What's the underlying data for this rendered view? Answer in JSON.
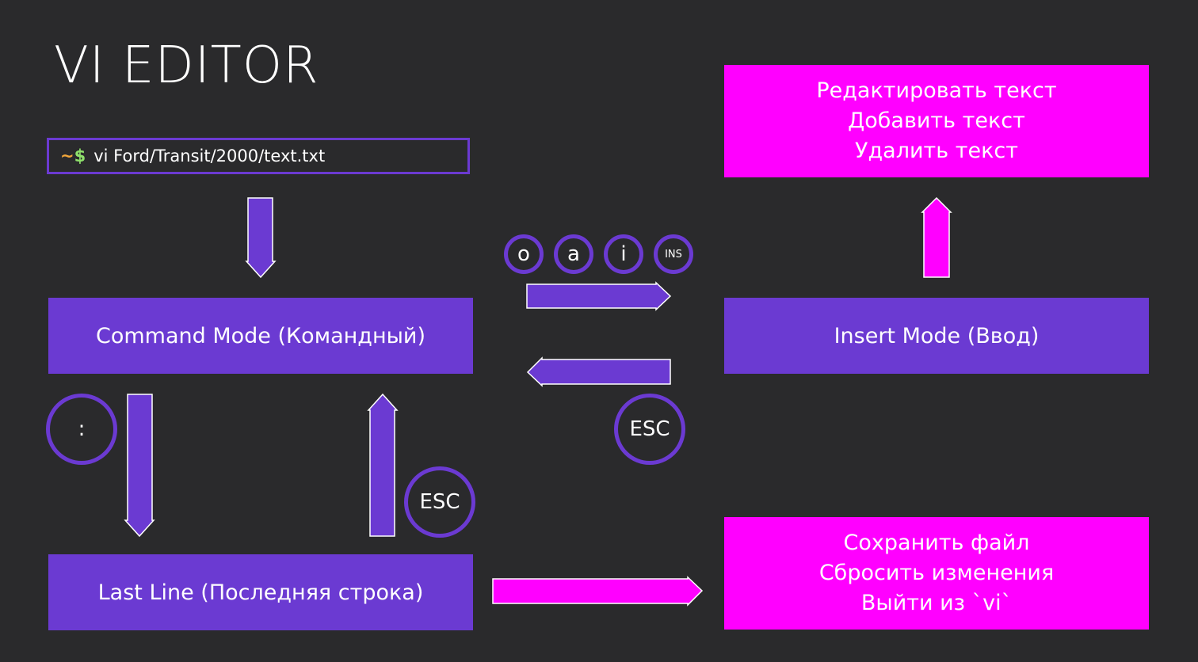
{
  "title": "VI EDITOR",
  "terminal": {
    "tilde": "~",
    "prompt": "$",
    "command": "vi  Ford/Transit/2000/text.txt"
  },
  "modes": {
    "command": "Command Mode (Командный)",
    "insert": "Insert Mode (Ввод)",
    "last_line": "Last Line (Последняя строка)"
  },
  "insert_actions": [
    "Редактировать текст",
    "Добавить текст",
    "Удалить текст"
  ],
  "last_line_actions": [
    "Сохранить файл",
    "Сбросить изменения",
    "Выйти из `vi`"
  ],
  "keys": {
    "o": "o",
    "a": "a",
    "i": "i",
    "ins": "INS",
    "esc_insert": "ESC",
    "colon": ":",
    "esc_last_line": "ESC"
  },
  "colors": {
    "background": "#2a2a2c",
    "mode": "#6b3ad2",
    "action": "#ff00ff"
  }
}
